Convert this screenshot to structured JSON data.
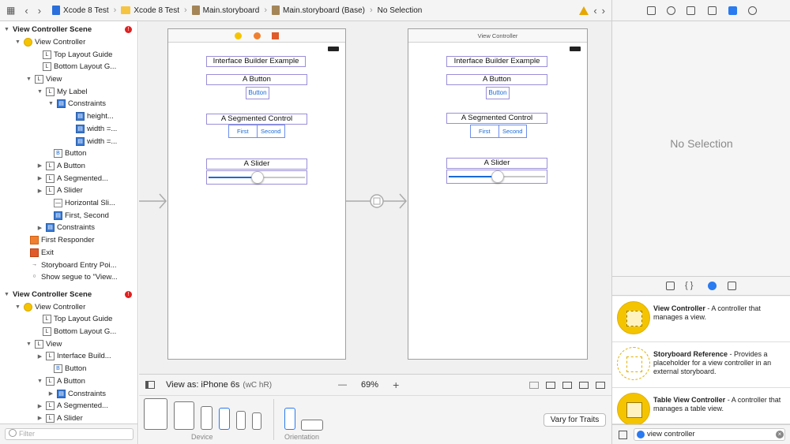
{
  "jumpbar": {
    "project": "Xcode 8 Test",
    "group": "Xcode 8 Test",
    "file": "Main.storyboard",
    "file_base": "Main.storyboard (Base)",
    "selection": "No Selection"
  },
  "outline": {
    "filter_placeholder": "Filter",
    "rows": [
      {
        "text": "View Controller Scene",
        "bold": true,
        "badge": "!"
      },
      {
        "text": "View Controller"
      },
      {
        "text": "Top Layout Guide"
      },
      {
        "text": "Bottom Layout G..."
      },
      {
        "text": "View"
      },
      {
        "text": "My Label"
      },
      {
        "text": "Constraints"
      },
      {
        "text": "height..."
      },
      {
        "text": "width =..."
      },
      {
        "text": "width =..."
      },
      {
        "text": "Button"
      },
      {
        "text": "A Button"
      },
      {
        "text": "A Segmented..."
      },
      {
        "text": "A Slider"
      },
      {
        "text": "Horizontal Sli..."
      },
      {
        "text": "First, Second"
      },
      {
        "text": "Constraints"
      },
      {
        "text": "First Responder"
      },
      {
        "text": "Exit"
      },
      {
        "text": "Storyboard Entry Poi..."
      },
      {
        "text": "Show segue to \"View..."
      },
      {
        "text": "View Controller Scene",
        "bold": true,
        "badge": "!"
      },
      {
        "text": "View Controller"
      },
      {
        "text": "Top Layout Guide"
      },
      {
        "text": "Bottom Layout G..."
      },
      {
        "text": "View"
      },
      {
        "text": "Interface Build..."
      },
      {
        "text": "Button"
      },
      {
        "text": "A Button"
      },
      {
        "text": "Constraints"
      },
      {
        "text": "A Segmented..."
      },
      {
        "text": "A Slider"
      }
    ]
  },
  "canvas": {
    "vc2_title": "View Controller",
    "scenes": [
      {
        "heading_label": "Interface Builder Example",
        "button_label": "A Button",
        "button_text": "Button",
        "segment_label": "A Segmented Control",
        "segments": [
          "First",
          "Second"
        ],
        "slider_label": "A Slider",
        "slider_value": 0.5
      },
      {
        "heading_label": "Interface Builder Example",
        "button_label": "A Button",
        "button_text": "Button",
        "segment_label": "A Segmented Control",
        "segments": [
          "First",
          "Second"
        ],
        "slider_label": "A Slider",
        "slider_value": 0.5
      }
    ]
  },
  "bottom": {
    "view_as": "View as: iPhone 6s",
    "size_class": "(wC hR)",
    "zoom": "69%",
    "minus": "—",
    "plus": "+",
    "device_label": "Device",
    "orientation_label": "Orientation",
    "vary_traits": "Vary for Traits"
  },
  "inspector": {
    "no_selection": "No Selection",
    "library": [
      {
        "title": "View Controller",
        "desc": " - A controller that manages a view."
      },
      {
        "title": "Storyboard Reference",
        "desc": " - Provides a placeholder for a view controller in an external storyboard."
      },
      {
        "title": "Table View Controller",
        "desc": " - A controller that manages a table view."
      }
    ],
    "search_value": "view controller"
  },
  "colors": {
    "accent": "#1a6bd8",
    "selection_outline": "#9b8ed8",
    "warning": "#e6a700",
    "error": "#e02020"
  }
}
